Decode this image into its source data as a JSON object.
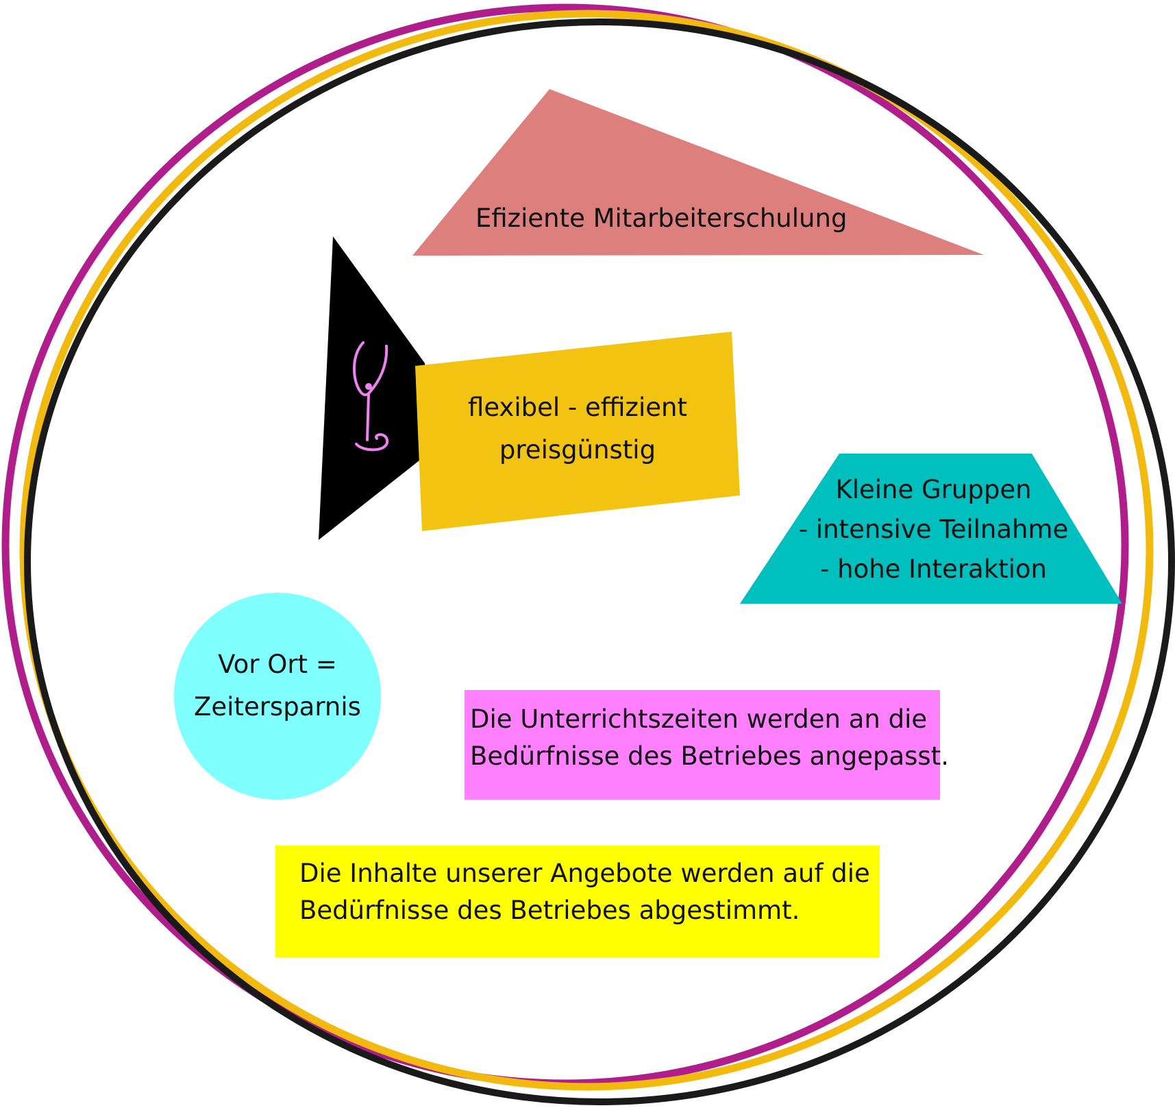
{
  "colors": {
    "ring_outer": "#B01E8C",
    "ring_middle": "#F2B90F",
    "ring_inner": "#1A1A1A",
    "triangle_top": "#DC7F7D",
    "black_shape": "#000000",
    "yellow_box": "#F2C311",
    "teal_trapezoid": "#00BFBF",
    "cyan_circle": "#80FFFF",
    "pink_box": "#FF80FF",
    "yellow_bottom_box": "#FFFF00",
    "glass_icon": "#EE82EE"
  },
  "shapes": {
    "triangle_label": "Efiziente Mitarbeiterschulung",
    "yellow_box": {
      "line1": "flexibel - effizient",
      "line2": "preisgünstig"
    },
    "trapezoid": {
      "line1": "Kleine Gruppen",
      "line2": "- intensive Teilnahme",
      "line3": "- hohe Interaktion"
    },
    "circle": {
      "line1": "Vor Ort =",
      "line2": "Zeitersparnis"
    },
    "pink_box": {
      "line1": "Die Unterrichtszeiten werden an die",
      "line2": "Bedürfnisse des Betriebes angepasst."
    },
    "bottom_box": {
      "line1": "Die Inhalte unserer Angebote werden auf die",
      "line2": "Bedürfnisse des Betriebes abgestimmt."
    },
    "logo_icon": "wine-glass-icon"
  }
}
